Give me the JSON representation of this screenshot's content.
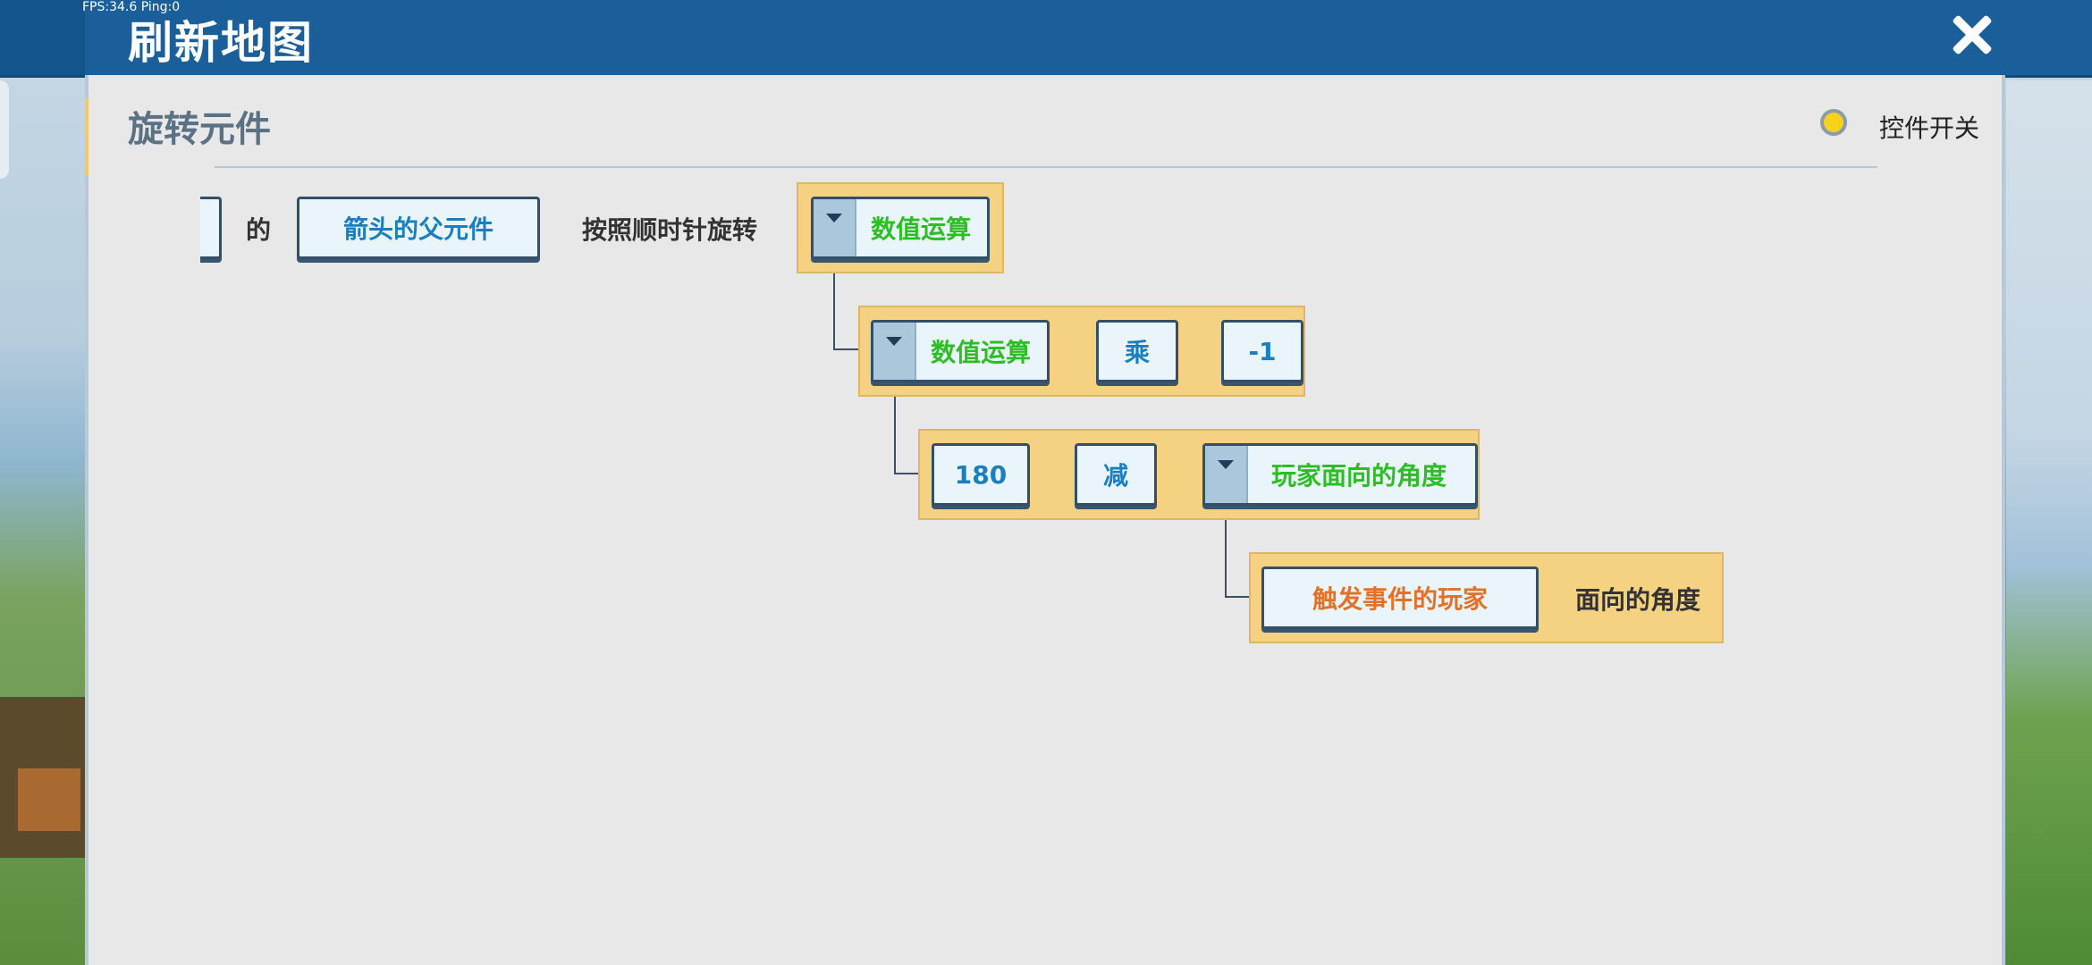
{
  "hud": {
    "fps": "FPS:34.6  Ping:0"
  },
  "window": {
    "title": "刷新地图",
    "close_icon": "close-icon"
  },
  "section": {
    "title": "旋转元件",
    "toggle_label": "控件开关",
    "toggle_color": "#f6d21b"
  },
  "row1": {
    "de_label": "的",
    "target": "箭头的父元件",
    "action_label": "按照顺时针旋转",
    "op": "数值运算"
  },
  "row2": {
    "op": "数值运算",
    "operator": "乘",
    "operand": "-1"
  },
  "row3": {
    "value": "180",
    "operator": "减",
    "op": "玩家面向的角度"
  },
  "row4": {
    "player": "触发事件的玩家",
    "suffix": "面向的角度"
  },
  "colors": {
    "block": "#f5d182",
    "title_bar": "#1a5f99",
    "blue_text": "#1b7fbf",
    "green_text": "#2ebd25",
    "orange_text": "#e2722a"
  }
}
